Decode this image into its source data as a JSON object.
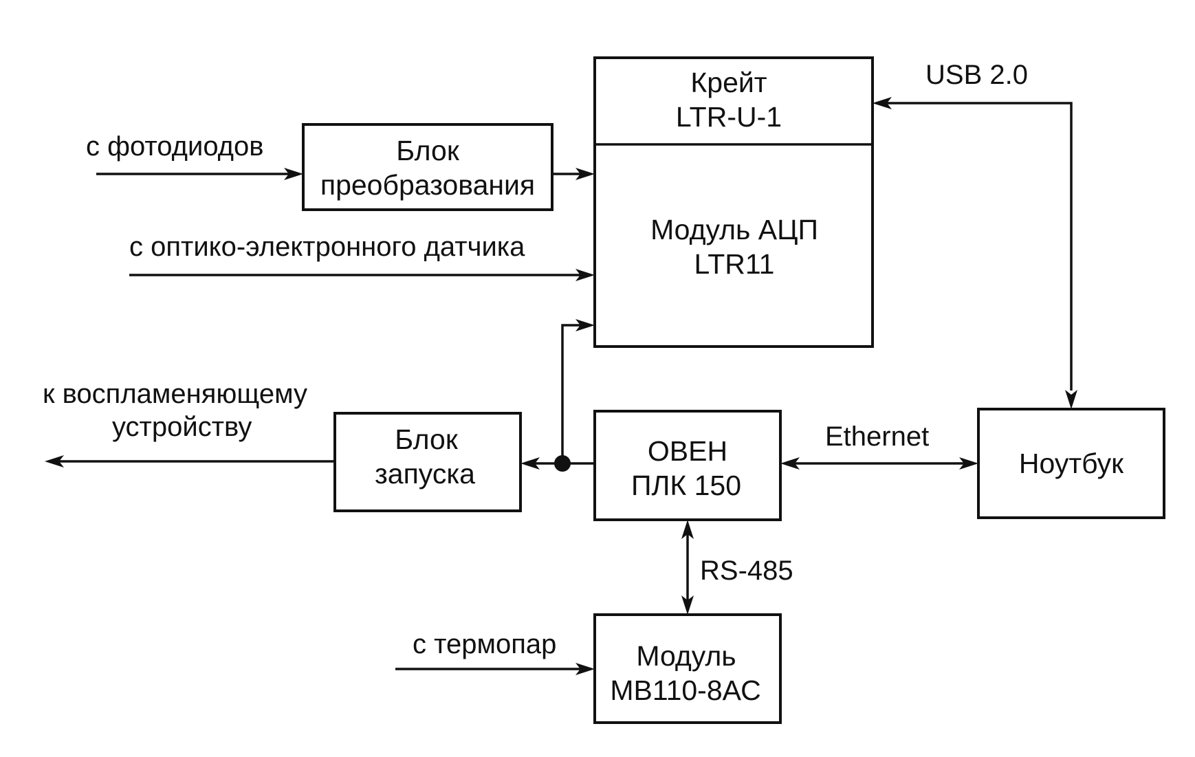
{
  "blocks": {
    "crate": {
      "line1": "Крейт",
      "line2": "LTR-U-1"
    },
    "adc": {
      "line1": "Модуль АЦП",
      "line2": "LTR11"
    },
    "converter": {
      "line1": "Блок",
      "line2": "преобразования"
    },
    "launch": {
      "line1": "Блок",
      "line2": "запуска"
    },
    "plc": {
      "line1": "ОВЕН",
      "line2": "ПЛК 150"
    },
    "laptop": {
      "line1": "Ноутбук"
    },
    "module_mv": {
      "line1": "Модуль",
      "line2": "МВ110-8АС"
    }
  },
  "labels": {
    "from_photodiodes": "с фотодиодов",
    "from_optical_sensor": "с оптико-электронного датчика",
    "to_igniter_line1": "к воспламеняющему",
    "to_igniter_line2": "устройству",
    "from_thermocouples": "с термопар",
    "usb": "USB 2.0",
    "ethernet": "Ethernet",
    "rs485": "RS-485"
  }
}
